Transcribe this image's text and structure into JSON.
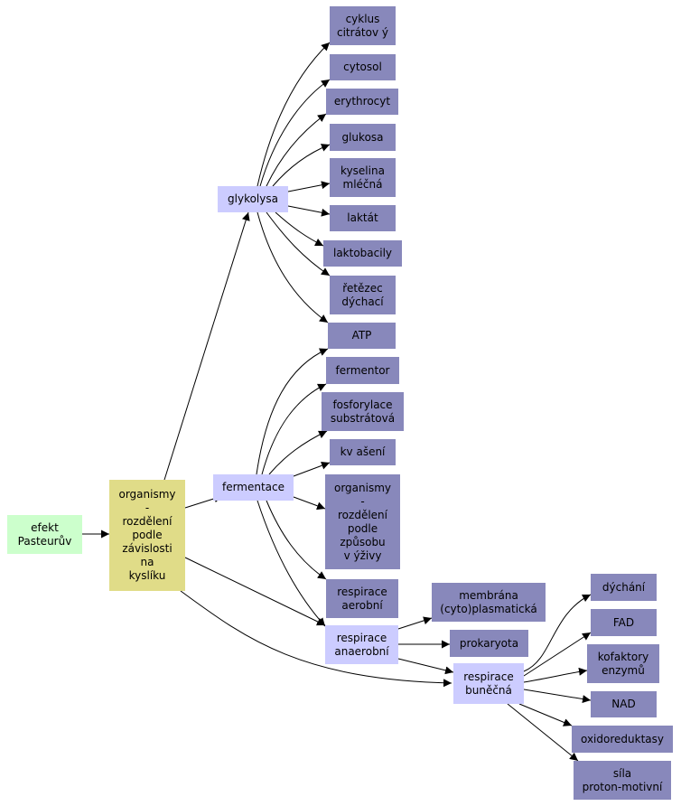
{
  "nodes": {
    "efekt": [
      "efekt",
      "Pasteurův"
    ],
    "organismy_kyslik": [
      "organismy",
      "-",
      "rozdělení",
      "podle",
      "závislosti",
      "na",
      "kyslíku"
    ],
    "glykolysa": [
      "glykolysa"
    ],
    "fermentace": [
      "fermentace"
    ],
    "respirace_anaerobni": [
      "respirace",
      "anaerobní"
    ],
    "respirace_bunecna": [
      "respirace",
      "buněčná"
    ],
    "cyklus": [
      "cyklus",
      "citrátov ý"
    ],
    "cytosol": [
      "cytosol"
    ],
    "erythrocyt": [
      "erythrocyt"
    ],
    "glukosa": [
      "glukosa"
    ],
    "kyselina": [
      "kyselina",
      "mléčná"
    ],
    "laktat": [
      "laktát"
    ],
    "laktobacily": [
      "laktobacily"
    ],
    "retezec": [
      "řetězec",
      "dýchací"
    ],
    "atp": [
      "ATP"
    ],
    "fermentor": [
      "fermentor"
    ],
    "fosforylace": [
      "fosforylace",
      "substrátová"
    ],
    "kvaseni": [
      "kv ašení"
    ],
    "organismy_vyziva": [
      "organismy",
      "-",
      "rozdělení",
      "podle",
      "způsobu",
      "v ýživy"
    ],
    "respirace_aerobni": [
      "respirace",
      "aerobní"
    ],
    "membrana": [
      "membrána",
      "(cyto)plasmatická"
    ],
    "prokaryota": [
      "prokaryota"
    ],
    "dychani": [
      "dýchání"
    ],
    "fad": [
      "FAD"
    ],
    "kofaktory": [
      "kofaktory",
      "enzymů"
    ],
    "nad": [
      "NAD"
    ],
    "oxidoreduktasy": [
      "oxidoreduktasy"
    ],
    "sila": [
      "síla",
      "proton-motivní"
    ]
  },
  "colors": {
    "start_node": "#ccffcc",
    "root_node": "#e0dc88",
    "intermediate_node": "#ccccff",
    "leaf_node": "#8888bb",
    "edge": "#000000"
  }
}
